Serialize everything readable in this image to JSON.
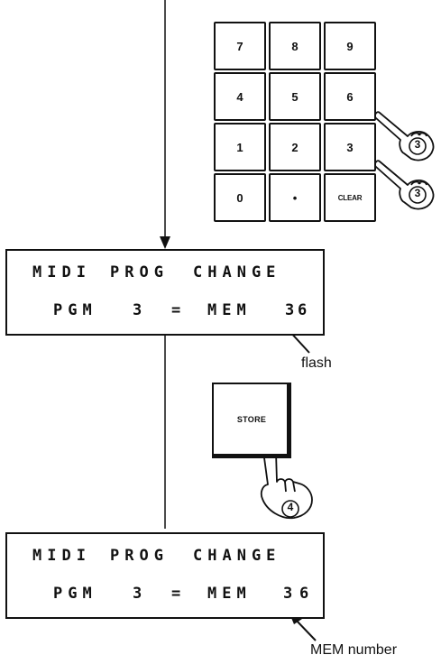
{
  "keypad": {
    "keys": [
      "7",
      "8",
      "9",
      "4",
      "5",
      "6",
      "1",
      "2",
      "3",
      "0",
      "•",
      "CLEAR"
    ]
  },
  "display1": {
    "line1": [
      "MIDI",
      "PROG",
      "CHANGE"
    ],
    "line2": [
      "PGM",
      "3",
      "=",
      "MEM",
      "3",
      "6"
    ]
  },
  "display2": {
    "line1": [
      "MIDI",
      "PROG",
      "CHANGE"
    ],
    "line2": [
      "PGM",
      "3",
      "=",
      "MEM",
      "3",
      "6"
    ]
  },
  "store_button": {
    "label": "STORE"
  },
  "step_markers": {
    "keypad_step": "3",
    "store_step": "4"
  },
  "annotations": {
    "flash_label": "flash",
    "mem_number_label": "MEM number"
  }
}
